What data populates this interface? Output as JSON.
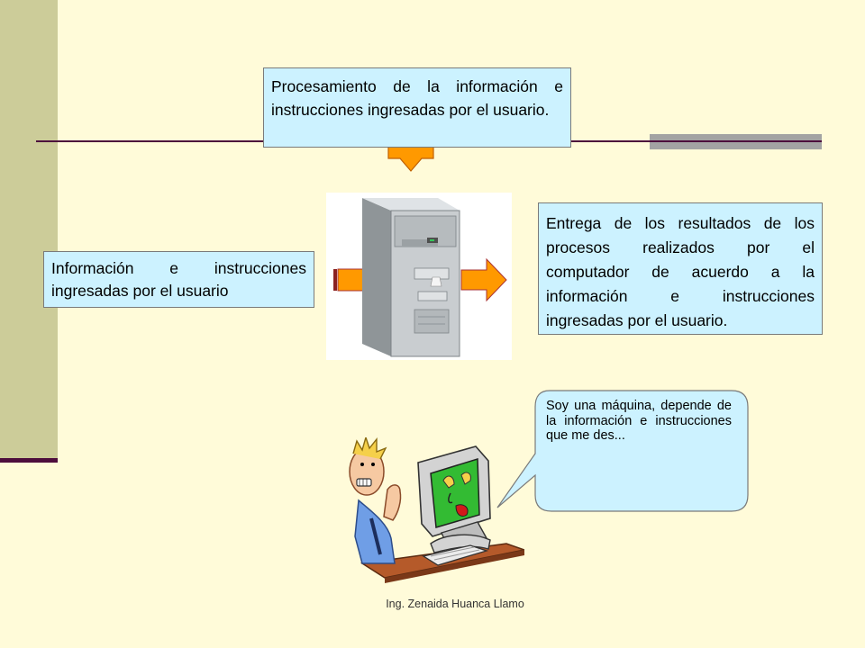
{
  "slide": {
    "processing_text": "Procesamiento de la información e instrucciones  ingresadas por el usuario.",
    "input_text": "Información e instrucciones ingresadas por el usuario",
    "output_text": "Entrega de los resultados de los procesos realizados por el computador de acuerdo a la información e instrucciones ingresadas por el usuario.",
    "bubble_text": "Soy una máquina, depende de la información e instrucciones que me des...",
    "footer": "Ing. Zenaida Huanca Llamo"
  },
  "colors": {
    "background": "#fffbd9",
    "side_bar": "#cccc99",
    "rule": "#4d0d3c",
    "box_fill": "#ccf2ff",
    "arrow": "#ff9900"
  },
  "icons": [
    "computer-tower-icon",
    "orange-arrow-icon",
    "frustrated-user-cartoon"
  ]
}
